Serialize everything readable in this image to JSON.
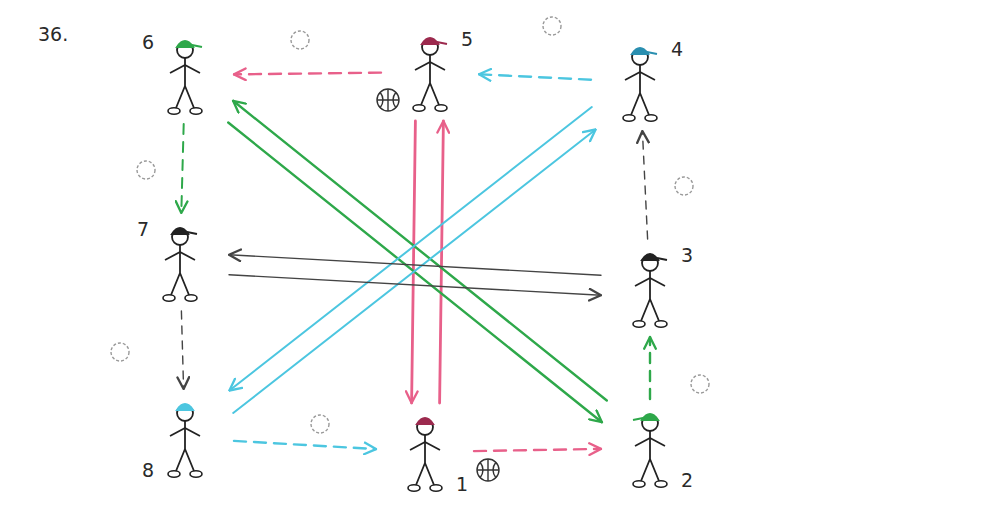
{
  "diagram": {
    "nodes": [
      {
        "text": [
          "6"
        ]
      },
      {
        "text": [
          "5"
        ]
      },
      {
        "text": [
          "4"
        ]
      },
      {
        "text": [
          "7"
        ]
      },
      {
        "text": [
          "3"
        ]
      },
      {
        "text": [
          "8"
        ]
      },
      {
        "text": [
          "1"
        ]
      },
      {
        "text": [
          "2"
        ]
      }
    ],
    "edges": [
      {
        "from": 1,
        "to": 0,
        "arrow": "to"
      },
      {
        "from": 2,
        "to": 1,
        "arrow": "to"
      },
      {
        "from": 0,
        "to": 3,
        "arrow": "to"
      },
      {
        "from": 3,
        "to": 5,
        "arrow": "to"
      },
      {
        "from": 5,
        "to": 6,
        "arrow": "to"
      },
      {
        "from": 6,
        "to": 7,
        "arrow": "to"
      },
      {
        "from": 7,
        "to": 4,
        "arrow": "to"
      },
      {
        "from": 4,
        "to": 2,
        "arrow": "to"
      },
      {
        "from": 1,
        "to": 6,
        "arrow": "to"
      },
      {
        "from": 6,
        "to": 1,
        "arrow": "to"
      },
      {
        "from": 0,
        "to": 7,
        "arrow": "to"
      },
      {
        "from": 7,
        "to": 0,
        "arrow": "to"
      },
      {
        "from": 2,
        "to": 5,
        "arrow": "to"
      },
      {
        "from": 5,
        "to": 2,
        "arrow": "to"
      },
      {
        "from": 3,
        "to": 4,
        "arrow": "to"
      },
      {
        "from": 4,
        "to": 3,
        "arrow": "to"
      }
    ],
    "labels": [
      "36."
    ]
  }
}
